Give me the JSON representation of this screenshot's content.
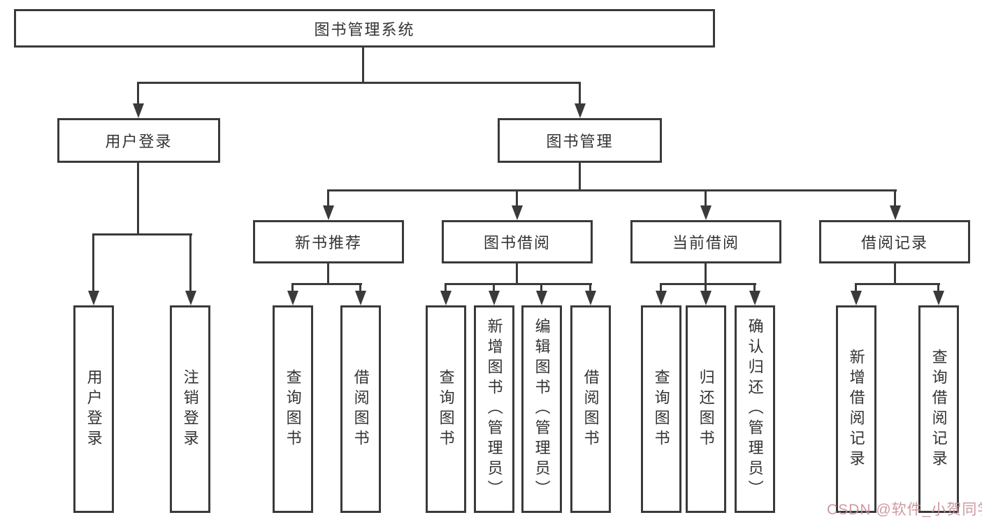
{
  "title": "图书管理系统",
  "tree": {
    "root": {
      "label": "图书管理系统"
    },
    "level2": [
      {
        "label": "用户登录",
        "children": [
          {
            "label": "用户登录"
          },
          {
            "label": "注销登录"
          }
        ]
      },
      {
        "label": "图书管理",
        "children": [
          {
            "label": "新书推荐",
            "children": [
              {
                "label": "查询图书"
              },
              {
                "label": "借阅图书"
              }
            ]
          },
          {
            "label": "图书借阅",
            "children": [
              {
                "label": "查询图书"
              },
              {
                "label": "新增图书（管理员）"
              },
              {
                "label": "编辑图书（管理员）"
              },
              {
                "label": "借阅图书"
              }
            ]
          },
          {
            "label": "当前借阅",
            "children": [
              {
                "label": "查询图书"
              },
              {
                "label": "归还图书"
              },
              {
                "label": "确认归还（管理员）"
              }
            ]
          },
          {
            "label": "借阅记录",
            "children": [
              {
                "label": "新增借阅记录"
              },
              {
                "label": "查询借阅记录"
              }
            ]
          }
        ]
      }
    ]
  },
  "watermark": {
    "text": "CSDN @软件_小贺同学",
    "color": "#c98f98"
  },
  "colors": {
    "line": "#3a3a3a",
    "text": "#333333",
    "background": "#ffffff"
  }
}
